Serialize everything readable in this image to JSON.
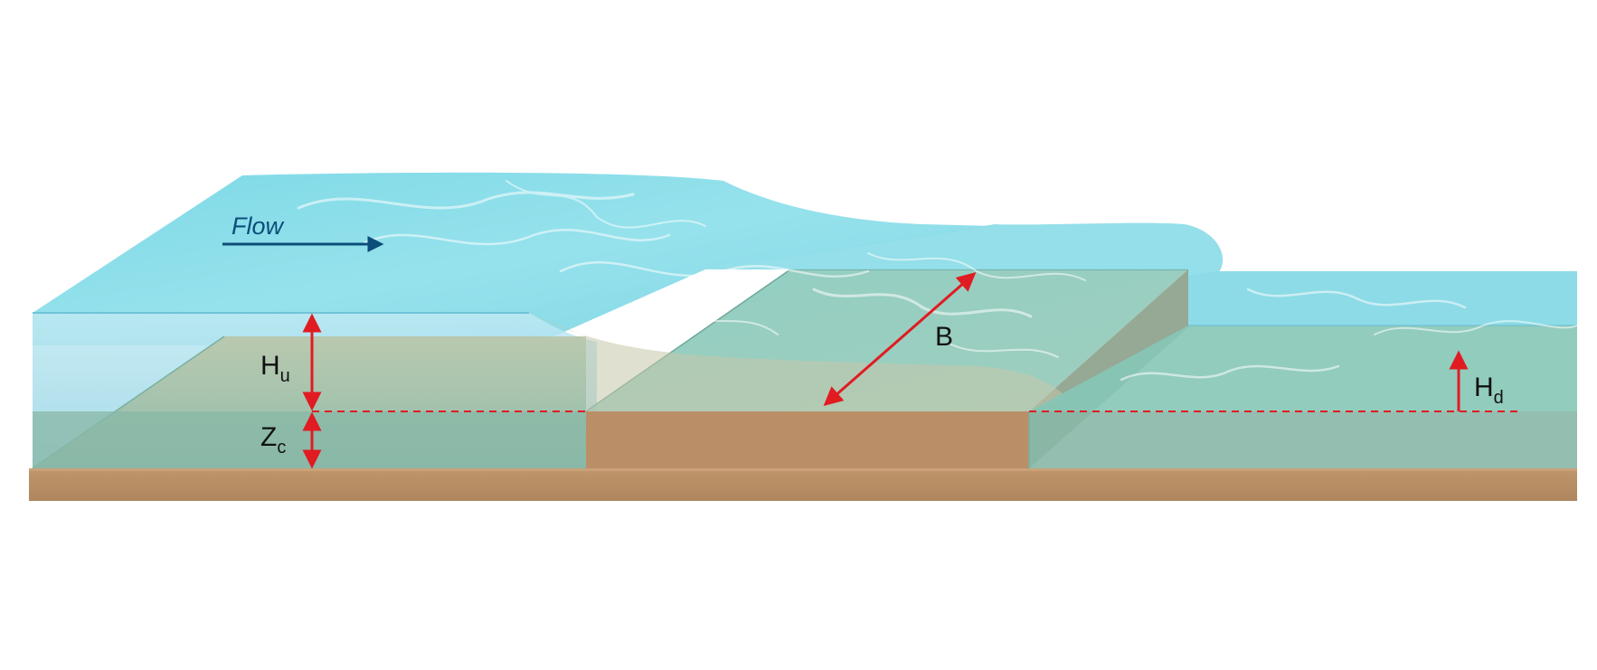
{
  "labels": {
    "flow": "Flow",
    "upstream_head_main": "H",
    "upstream_head_sub": "u",
    "crest_height_main": "Z",
    "crest_height_sub": "c",
    "width": "B",
    "downstream_head_main": "H",
    "downstream_head_sub": "d"
  },
  "colors": {
    "water_surface": "#8fdde8",
    "water_body": "#9fd8e6",
    "submerged_bed": "#8fb8a4",
    "weir_body": "#b8906a",
    "channel_floor": "#ba916a",
    "dimension_arrow": "#e11b22",
    "flow_arrow": "#0d4d7a"
  },
  "icons": {
    "flow_arrow": "arrow-right-icon",
    "dimension_arrow": "double-headed-arrow-icon"
  }
}
